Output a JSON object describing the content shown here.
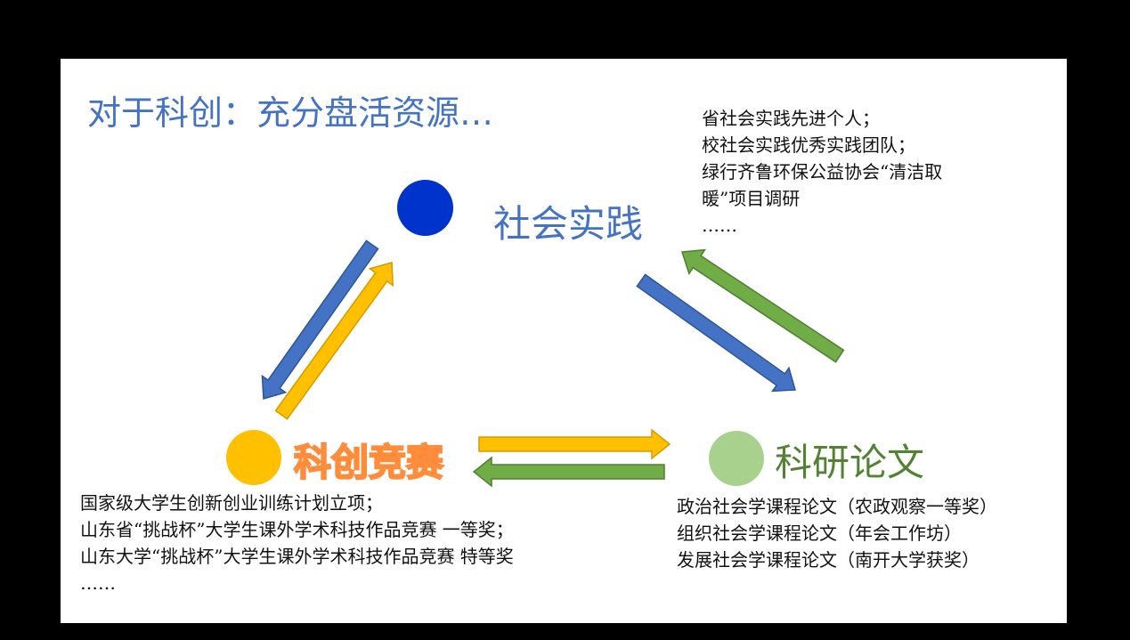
{
  "title": "对于科创：充分盘活资源…",
  "nodes": {
    "social": {
      "label": "社会实践",
      "color": "#0033CC",
      "text_color": "#4472C4"
    },
    "competition": {
      "label": "科创竞赛",
      "color": "#FFC000",
      "text_color": "#FF8C3A"
    },
    "paper": {
      "label": "科研论文",
      "color": "#A9D18E",
      "text_color": "#548235"
    }
  },
  "notes": {
    "social": [
      "省社会实践先进个人；",
      "校社会实践优秀实践团队；",
      "绿行齐鲁环保公益协会“清洁取",
      "暖”项目调研",
      "……"
    ],
    "competition": [
      "国家级大学生创新创业训练计划立项；",
      "山东省“挑战杯”大学生课外学术科技作品竞赛 一等奖；",
      "山东大学“挑战杯”大学生课外学术科技作品竞赛 特等奖",
      "……"
    ],
    "paper": [
      "政治社会学课程论文（农政观察一等奖）",
      "组织社会学课程论文（年会工作坊）",
      "发展社会学课程论文（南开大学获奖）"
    ]
  },
  "arrow_colors": {
    "blue": "#4472C4",
    "yellow": "#FFC000",
    "green": "#70AD47"
  }
}
